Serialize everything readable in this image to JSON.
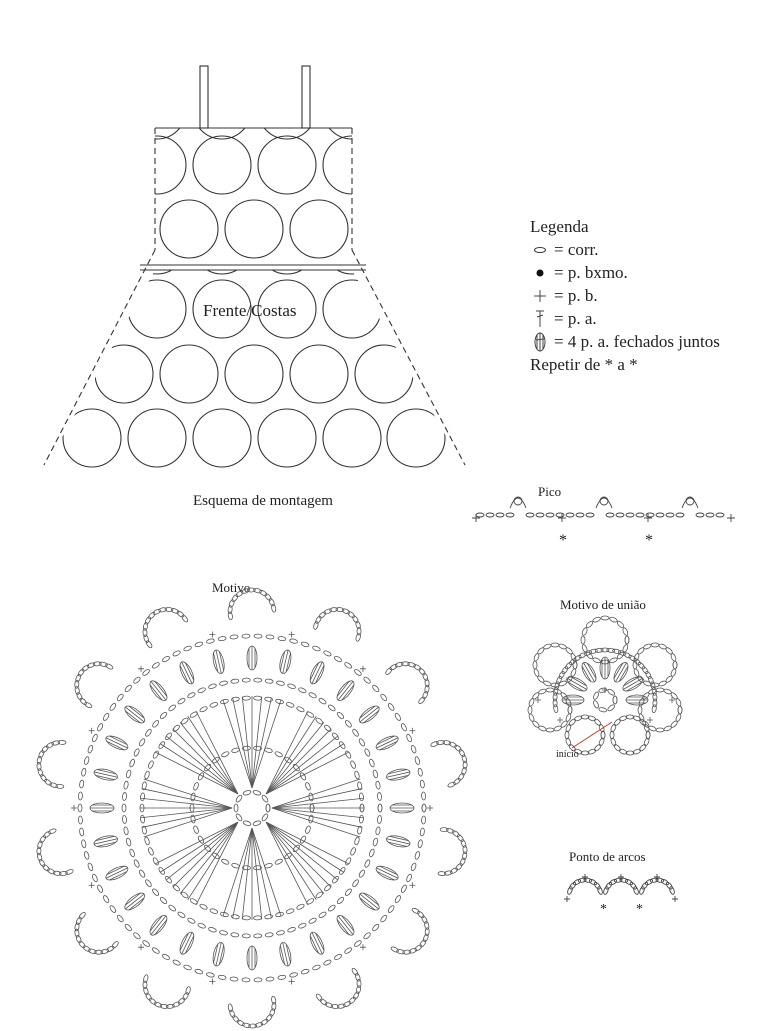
{
  "assembly": {
    "panel_label": "Frente/Costas",
    "caption": "Esquema de montagem"
  },
  "legend": {
    "title": "Legenda",
    "items": [
      {
        "symbol": "chain-stitch-icon",
        "text": "= corr."
      },
      {
        "symbol": "slip-stitch-icon",
        "text": "= p. bxmo."
      },
      {
        "symbol": "single-crochet-icon",
        "text": "= p. b."
      },
      {
        "symbol": "double-crochet-icon",
        "text": "= p. a."
      },
      {
        "symbol": "cluster-icon",
        "text": "= 4 p. a. fechados juntos"
      }
    ],
    "repeat_note": "Repetir de * a *"
  },
  "pico": {
    "title": "Pico",
    "marker": "*"
  },
  "motivo": {
    "title": "Motivo"
  },
  "motivo_uniao": {
    "title": "Motivo de união",
    "start_label": "início"
  },
  "ponto_arcos": {
    "title": "Ponto de arcos",
    "marker": "*"
  }
}
